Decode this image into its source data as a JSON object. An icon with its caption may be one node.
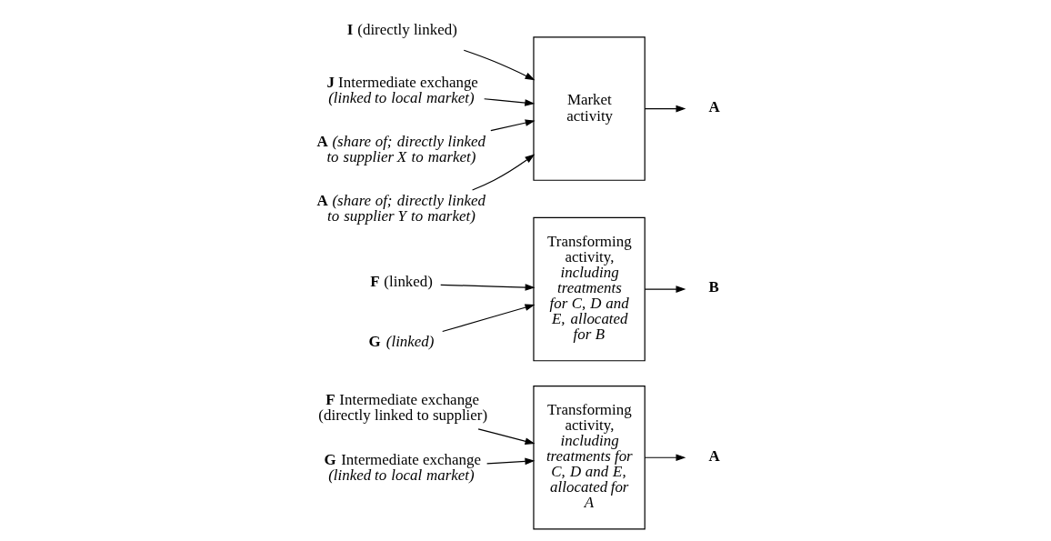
{
  "diagram": {
    "nodes": [
      {
        "text": [
          "**F** Intermediate exchange (directly linked to supplier)"
        ]
      },
      {
        "text": [
          "**G** Intermediate exchange *(linked to local market)*"
        ]
      },
      {
        "text": [
          "Transforming activity, *including treatments for C, D and E, allocated for A*"
        ]
      },
      {
        "text": [
          "**A**"
        ]
      },
      {
        "text": [
          "**F** (linked)"
        ]
      },
      {
        "text": [
          "**G** *(linked)*"
        ]
      },
      {
        "text": [
          "Transforming activity, *including treatments for C, D and E, allocated for B*"
        ]
      },
      {
        "text": [
          "**B**"
        ]
      },
      {
        "text": [
          "**I** (directly linked)"
        ]
      },
      {
        "text": [
          "**J** Intermediate exchange *(linked to local market)*"
        ]
      },
      {
        "text": [
          "**A** *(share of; directly linked to supplier X to market)*"
        ]
      },
      {
        "text": [
          "**A** *(share of; directly linked to supplier Y to market)*"
        ]
      },
      {
        "text": [
          "Market activity"
        ]
      },
      {
        "text": [
          "**A**"
        ]
      }
    ],
    "edges": [
      {
        "from": 0,
        "to": 2,
        "arrow": "to"
      },
      {
        "from": 1,
        "to": 2,
        "arrow": "to"
      },
      {
        "from": 2,
        "to": 3,
        "arrow": "to"
      },
      {
        "from": 4,
        "to": 6,
        "arrow": "to"
      },
      {
        "from": 5,
        "to": 6,
        "arrow": "to"
      },
      {
        "from": 6,
        "to": 7,
        "arrow": "to"
      },
      {
        "from": 8,
        "to": 12,
        "arrow": "to"
      },
      {
        "from": 9,
        "to": 12,
        "arrow": "to"
      },
      {
        "from": 10,
        "to": 12,
        "arrow": "to"
      },
      {
        "from": 11,
        "to": 12,
        "arrow": "to"
      },
      {
        "from": 12,
        "to": 13,
        "arrow": "to"
      }
    ]
  }
}
